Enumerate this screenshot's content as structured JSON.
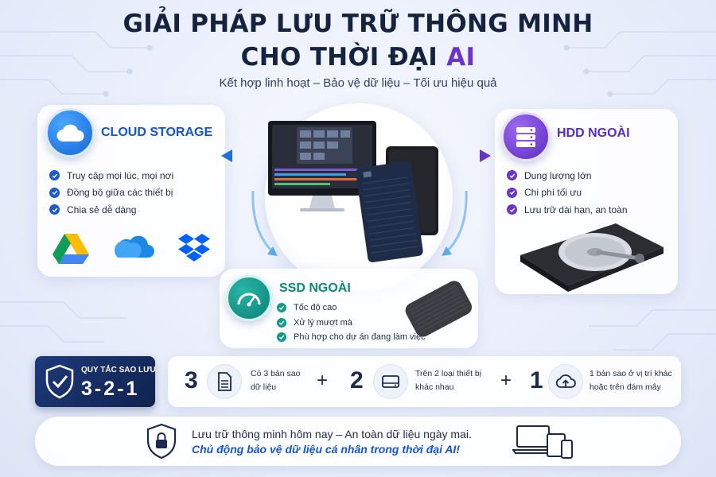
{
  "header": {
    "title_line1": "GIẢI PHÁP LƯU TRỮ THÔNG MINH",
    "title_line2_prefix": "CHO THỜI ĐẠI ",
    "title_line2_highlight": "AI",
    "subtitle": "Kết hợp linh hoạt – Bảo vệ dữ liệu – Tối ưu hiệu quả"
  },
  "cloud": {
    "title": "CLOUD STORAGE",
    "features": [
      "Truy cập mọi lúc, mọi nơi",
      "Đồng bộ giữa các thiết bị",
      "Chia sẻ dễ dàng"
    ],
    "icons": [
      "google-drive-icon",
      "onedrive-icon",
      "dropbox-icon"
    ]
  },
  "hdd": {
    "title": "HDD NGOÀI",
    "features": [
      "Dung lượng lớn",
      "Chi phí tối ưu",
      "Lưu trữ dài hạn, an toàn"
    ]
  },
  "ssd": {
    "title": "SSD NGOÀI",
    "features": [
      "Tốc độ cao",
      "Xử lý mượt mà",
      "Phù hợp cho dự án đang làm việc"
    ]
  },
  "rule": {
    "label": "QUY TẮC SAO LƯU",
    "value": "3-2-1",
    "items": [
      {
        "number": "3",
        "icon": "document-icon",
        "line1": "Có 3 bản sao",
        "line2": "dữ liệu"
      },
      {
        "number": "2",
        "icon": "drive-icon",
        "line1": "Trên 2 loại thiết bị",
        "line2": "khác nhau"
      },
      {
        "number": "1",
        "icon": "cloud-upload-icon",
        "line1": "1 bản sao ở vị trí khác",
        "line2": "hoặc trên đám mây"
      }
    ],
    "plus": "+"
  },
  "footer": {
    "line1": "Lưu trữ thông minh hôm nay – An toàn dữ liệu ngày mai.",
    "line2": "Chủ động bảo vệ dữ liệu cá nhân trong thời đại AI!"
  },
  "colors": {
    "navy": "#16233f",
    "blue": "#1456c9",
    "purple": "#6b35c9",
    "teal": "#0c8a7e"
  }
}
